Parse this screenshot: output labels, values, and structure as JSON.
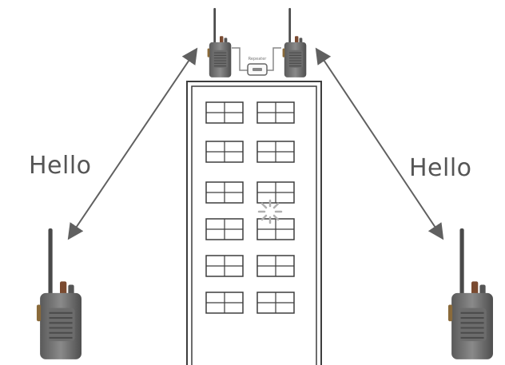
{
  "labels": {
    "left_message": "Hello",
    "right_message": "Hello",
    "repeater_cable_label": "Repeater"
  },
  "colors": {
    "arrow": "#606060",
    "building_outline": "#3d3d3d",
    "radio_body": "#6b6b6b",
    "radio_dark": "#3a3a3a",
    "radio_knob": "#9a5a3a",
    "background": "#ffffff"
  },
  "icons": {
    "handheld_radio": "walkie-talkie-icon",
    "repeater_connector": "cable-connector-icon",
    "loading": "loading-spinner-icon"
  }
}
